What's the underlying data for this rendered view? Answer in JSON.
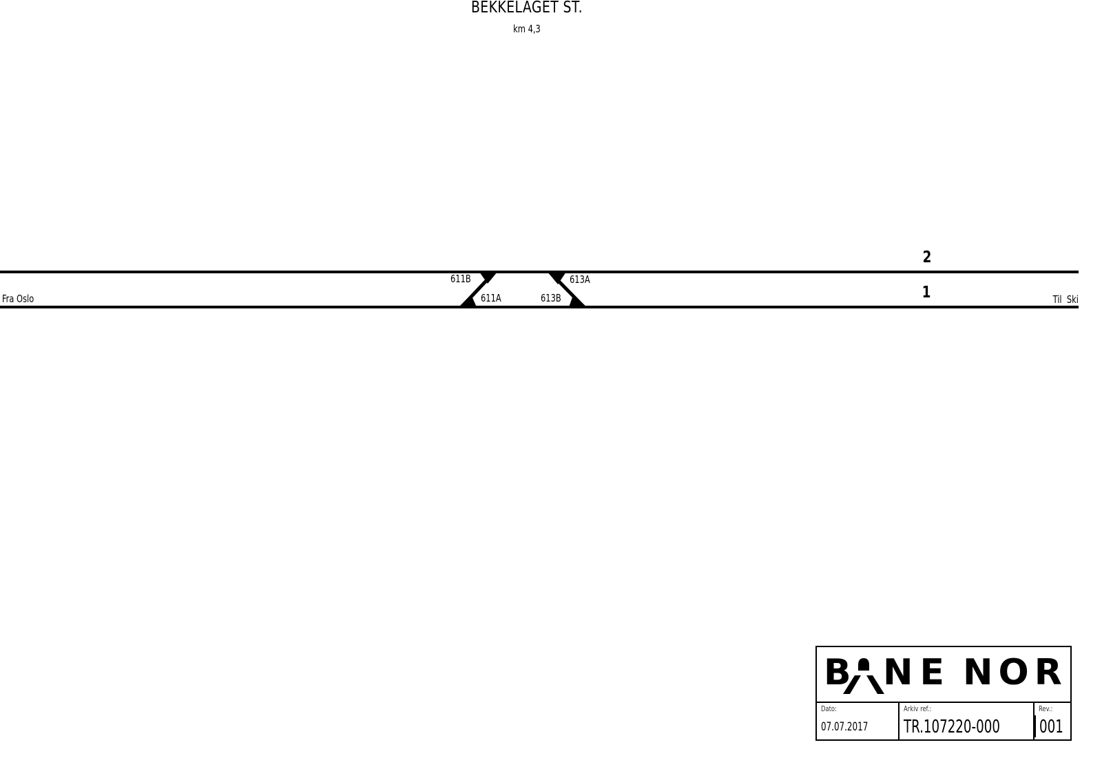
{
  "header": {
    "station_name": "BEKKELAGET ST.",
    "km_marker": "km 4,3"
  },
  "tracks": [
    {
      "number": "2",
      "position": "upper"
    },
    {
      "number": "1",
      "position": "lower"
    }
  ],
  "directions": {
    "from": "Fra Oslo",
    "to": "Til  Ski"
  },
  "switches": [
    {
      "id": "611B",
      "track": "2"
    },
    {
      "id": "611A",
      "track": "1"
    },
    {
      "id": "613A",
      "track": "2"
    },
    {
      "id": "613B",
      "track": "1"
    }
  ],
  "title_block": {
    "logo_text": "BANE NOR",
    "date_label": "Dato:",
    "date_value": "07.07.2017",
    "archive_label": "Arkiv ref.:",
    "archive_value": "TR.107220-000",
    "rev_label": "Rev.:",
    "rev_value": "001"
  }
}
